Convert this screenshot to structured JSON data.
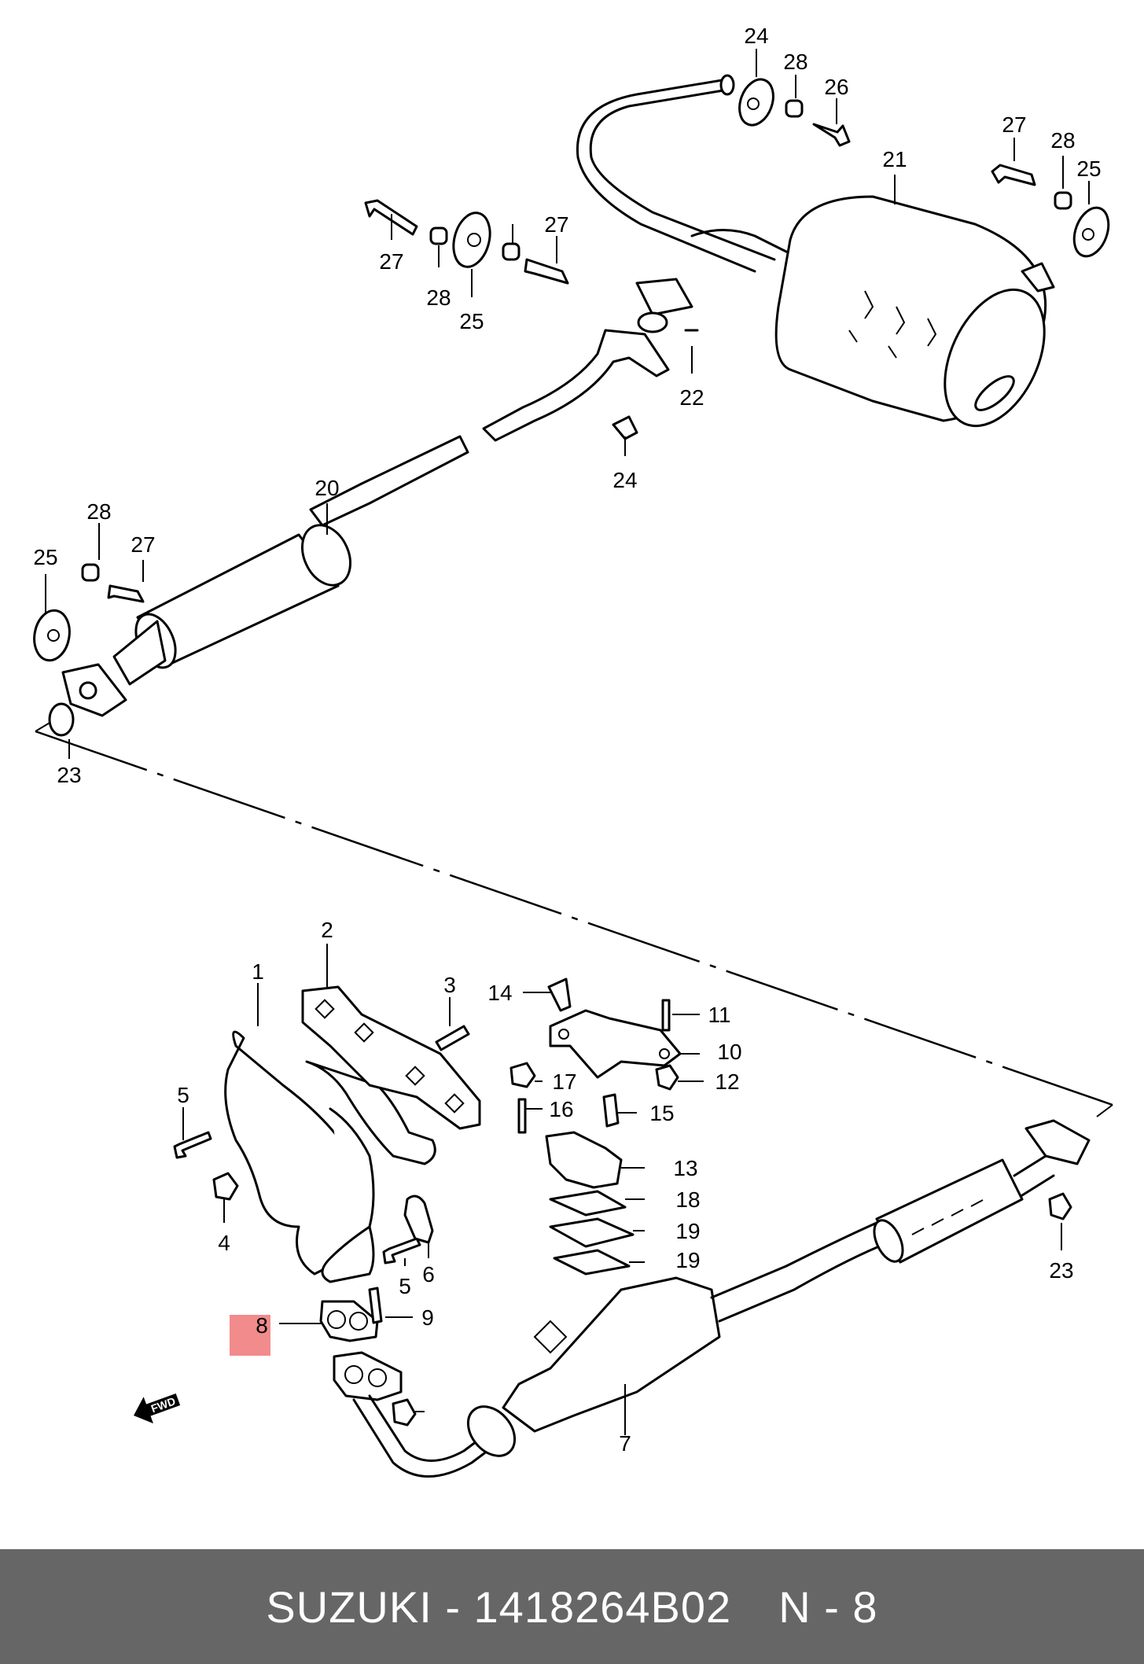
{
  "callouts": [
    "1",
    "2",
    "3",
    "4",
    "5",
    "5",
    "6",
    "7",
    "8",
    "9",
    "10",
    "11",
    "12",
    "13",
    "14",
    "15",
    "16",
    "17",
    "18",
    "19",
    "19",
    "20",
    "21",
    "22",
    "23",
    "23",
    "24",
    "24",
    "25",
    "25",
    "25",
    "26",
    "27",
    "27",
    "27",
    "27",
    "28",
    "28",
    "28",
    "28"
  ],
  "fwd_label": "FWD",
  "highlight_color": "#f28b8b",
  "footer": {
    "brand_part": "SUZUKI - 1418264B02",
    "page_ref": "N - 8"
  }
}
